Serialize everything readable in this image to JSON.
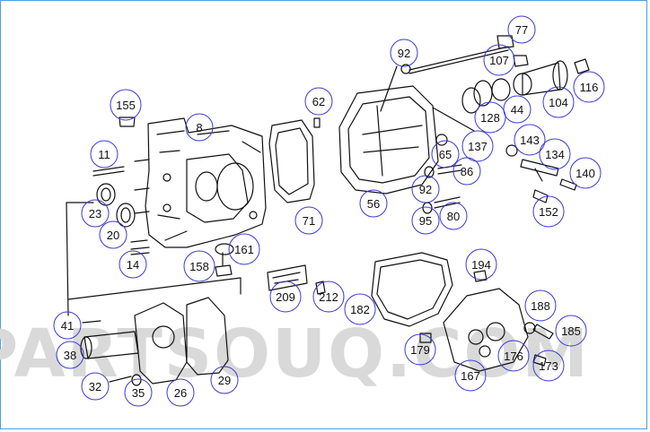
{
  "watermark": "PARTSOUQ.COM",
  "colors": {
    "callout_circle": "#3a3ad6",
    "frame": "#4aa0e6",
    "line": "#111111",
    "watermark": "#d9d9d9"
  },
  "callouts": [
    {
      "id": "c77",
      "label": "77"
    },
    {
      "id": "c92a",
      "label": "92"
    },
    {
      "id": "c107",
      "label": "107"
    },
    {
      "id": "c116",
      "label": "116"
    },
    {
      "id": "c155",
      "label": "155"
    },
    {
      "id": "c62",
      "label": "62"
    },
    {
      "id": "c8",
      "label": "8"
    },
    {
      "id": "c128",
      "label": "128"
    },
    {
      "id": "c44",
      "label": "44"
    },
    {
      "id": "c104",
      "label": "104"
    },
    {
      "id": "c11",
      "label": "11"
    },
    {
      "id": "c143",
      "label": "143"
    },
    {
      "id": "c65",
      "label": "65"
    },
    {
      "id": "c137",
      "label": "137"
    },
    {
      "id": "c134",
      "label": "134"
    },
    {
      "id": "c86",
      "label": "86"
    },
    {
      "id": "c140",
      "label": "140"
    },
    {
      "id": "c92b",
      "label": "92"
    },
    {
      "id": "c23",
      "label": "23"
    },
    {
      "id": "c71",
      "label": "71"
    },
    {
      "id": "c56",
      "label": "56"
    },
    {
      "id": "c95",
      "label": "95"
    },
    {
      "id": "c80",
      "label": "80"
    },
    {
      "id": "c152",
      "label": "152"
    },
    {
      "id": "c20",
      "label": "20"
    },
    {
      "id": "c161",
      "label": "161"
    },
    {
      "id": "c14",
      "label": "14"
    },
    {
      "id": "c158",
      "label": "158"
    },
    {
      "id": "c194",
      "label": "194"
    },
    {
      "id": "c209",
      "label": "209"
    },
    {
      "id": "c212",
      "label": "212"
    },
    {
      "id": "c182",
      "label": "182"
    },
    {
      "id": "c188",
      "label": "188"
    },
    {
      "id": "c41",
      "label": "41"
    },
    {
      "id": "c185",
      "label": "185"
    },
    {
      "id": "c38",
      "label": "38"
    },
    {
      "id": "c179",
      "label": "179"
    },
    {
      "id": "c176",
      "label": "176"
    },
    {
      "id": "c173",
      "label": "173"
    },
    {
      "id": "c29",
      "label": "29"
    },
    {
      "id": "c167",
      "label": "167"
    },
    {
      "id": "c32",
      "label": "32"
    },
    {
      "id": "c35",
      "label": "35"
    },
    {
      "id": "c26",
      "label": "26"
    }
  ]
}
